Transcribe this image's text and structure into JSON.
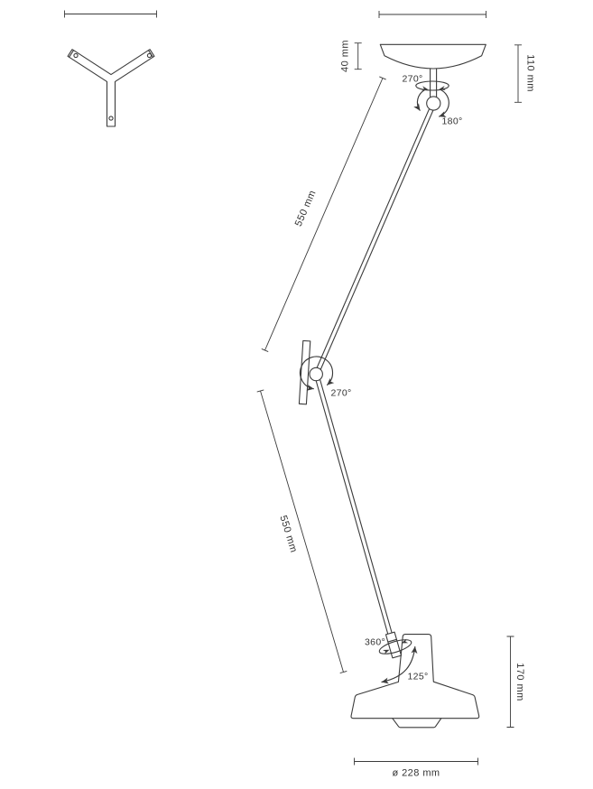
{
  "diagram": {
    "title": "articulated-lamp-dimension-diagram",
    "labels": {
      "canopy_height": "40 mm",
      "canopy_total_height": "110 mm",
      "canopy_swivel": "270°",
      "ball_tilt": "180°",
      "upper_arm_length": "550 mm",
      "elbow_rotation": "270°",
      "lower_arm_length": "550 mm",
      "head_swivel": "360°",
      "head_tilt": "125°",
      "head_height": "170 mm",
      "shade_diameter": "ø 228 mm"
    },
    "colors": {
      "line": "#3b3b3b",
      "text": "#333333",
      "background": "#ffffff"
    }
  }
}
